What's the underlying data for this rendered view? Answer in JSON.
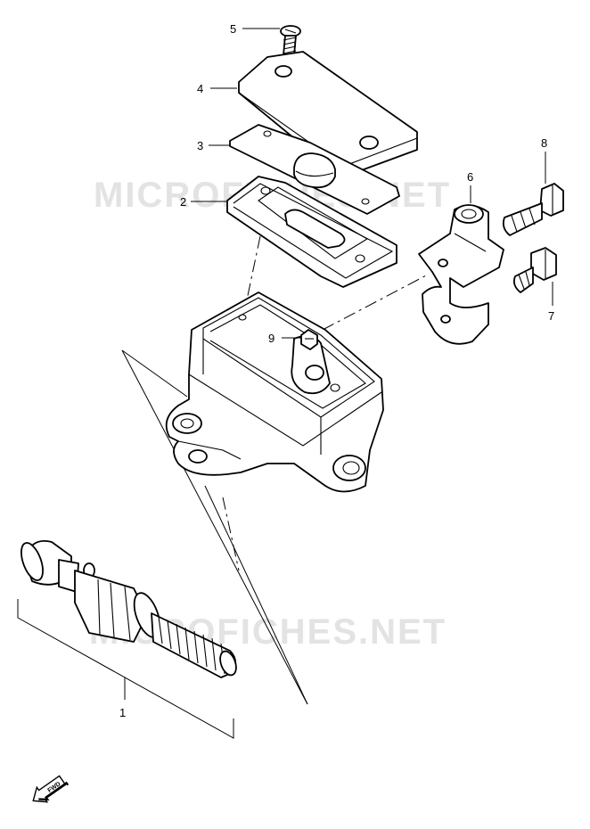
{
  "watermarks": [
    "MICROFICHES.NET",
    "MICROFICHES.NET"
  ],
  "callouts": [
    {
      "id": "1",
      "label": "1"
    },
    {
      "id": "2",
      "label": "2"
    },
    {
      "id": "3",
      "label": "3"
    },
    {
      "id": "4",
      "label": "4"
    },
    {
      "id": "5",
      "label": "5"
    },
    {
      "id": "6",
      "label": "6"
    },
    {
      "id": "7",
      "label": "7"
    },
    {
      "id": "8",
      "label": "8"
    },
    {
      "id": "9",
      "label": "9"
    }
  ],
  "fwd_label": "FWD",
  "icons": {
    "direction": "fwd-arrow-icon"
  }
}
